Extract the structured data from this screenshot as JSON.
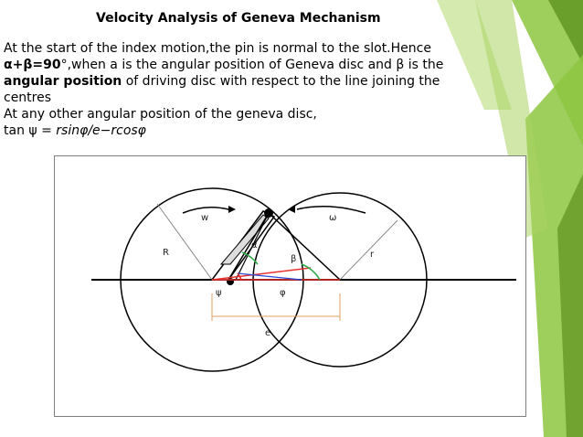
{
  "slide": {
    "title": "Velocity Analysis of Geneva Mechanism",
    "line1": " At the start of the index motion,the pin is normal to the slot.Hence",
    "line2_bold": "α+β=90",
    "line2_rest": "°,when a is the angular position of Geneva disc and β is the",
    "line3_bold": "angular position",
    "line3_rest": " of driving disc with respect to the line joining the",
    "line4": "centres",
    "line5": "At any other angular position of the geneva disc,",
    "line6_prefix": " tan ψ = ",
    "line6_formula": "rsinφ/e−rcosφ"
  },
  "diagram": {
    "labels": {
      "w": "w",
      "omega": "ω",
      "R": "R",
      "r": "r",
      "alpha": "α",
      "beta": "β",
      "psi": "ψ",
      "phi": "φ",
      "e": "e"
    }
  },
  "colors": {
    "accent_green": "#8dc63f",
    "accent_green_dark": "#6a9f2b",
    "red": "#e8322f",
    "blue": "#2b4bd6",
    "green_arc": "#2eaa4a",
    "dim_line": "#e0a060"
  }
}
